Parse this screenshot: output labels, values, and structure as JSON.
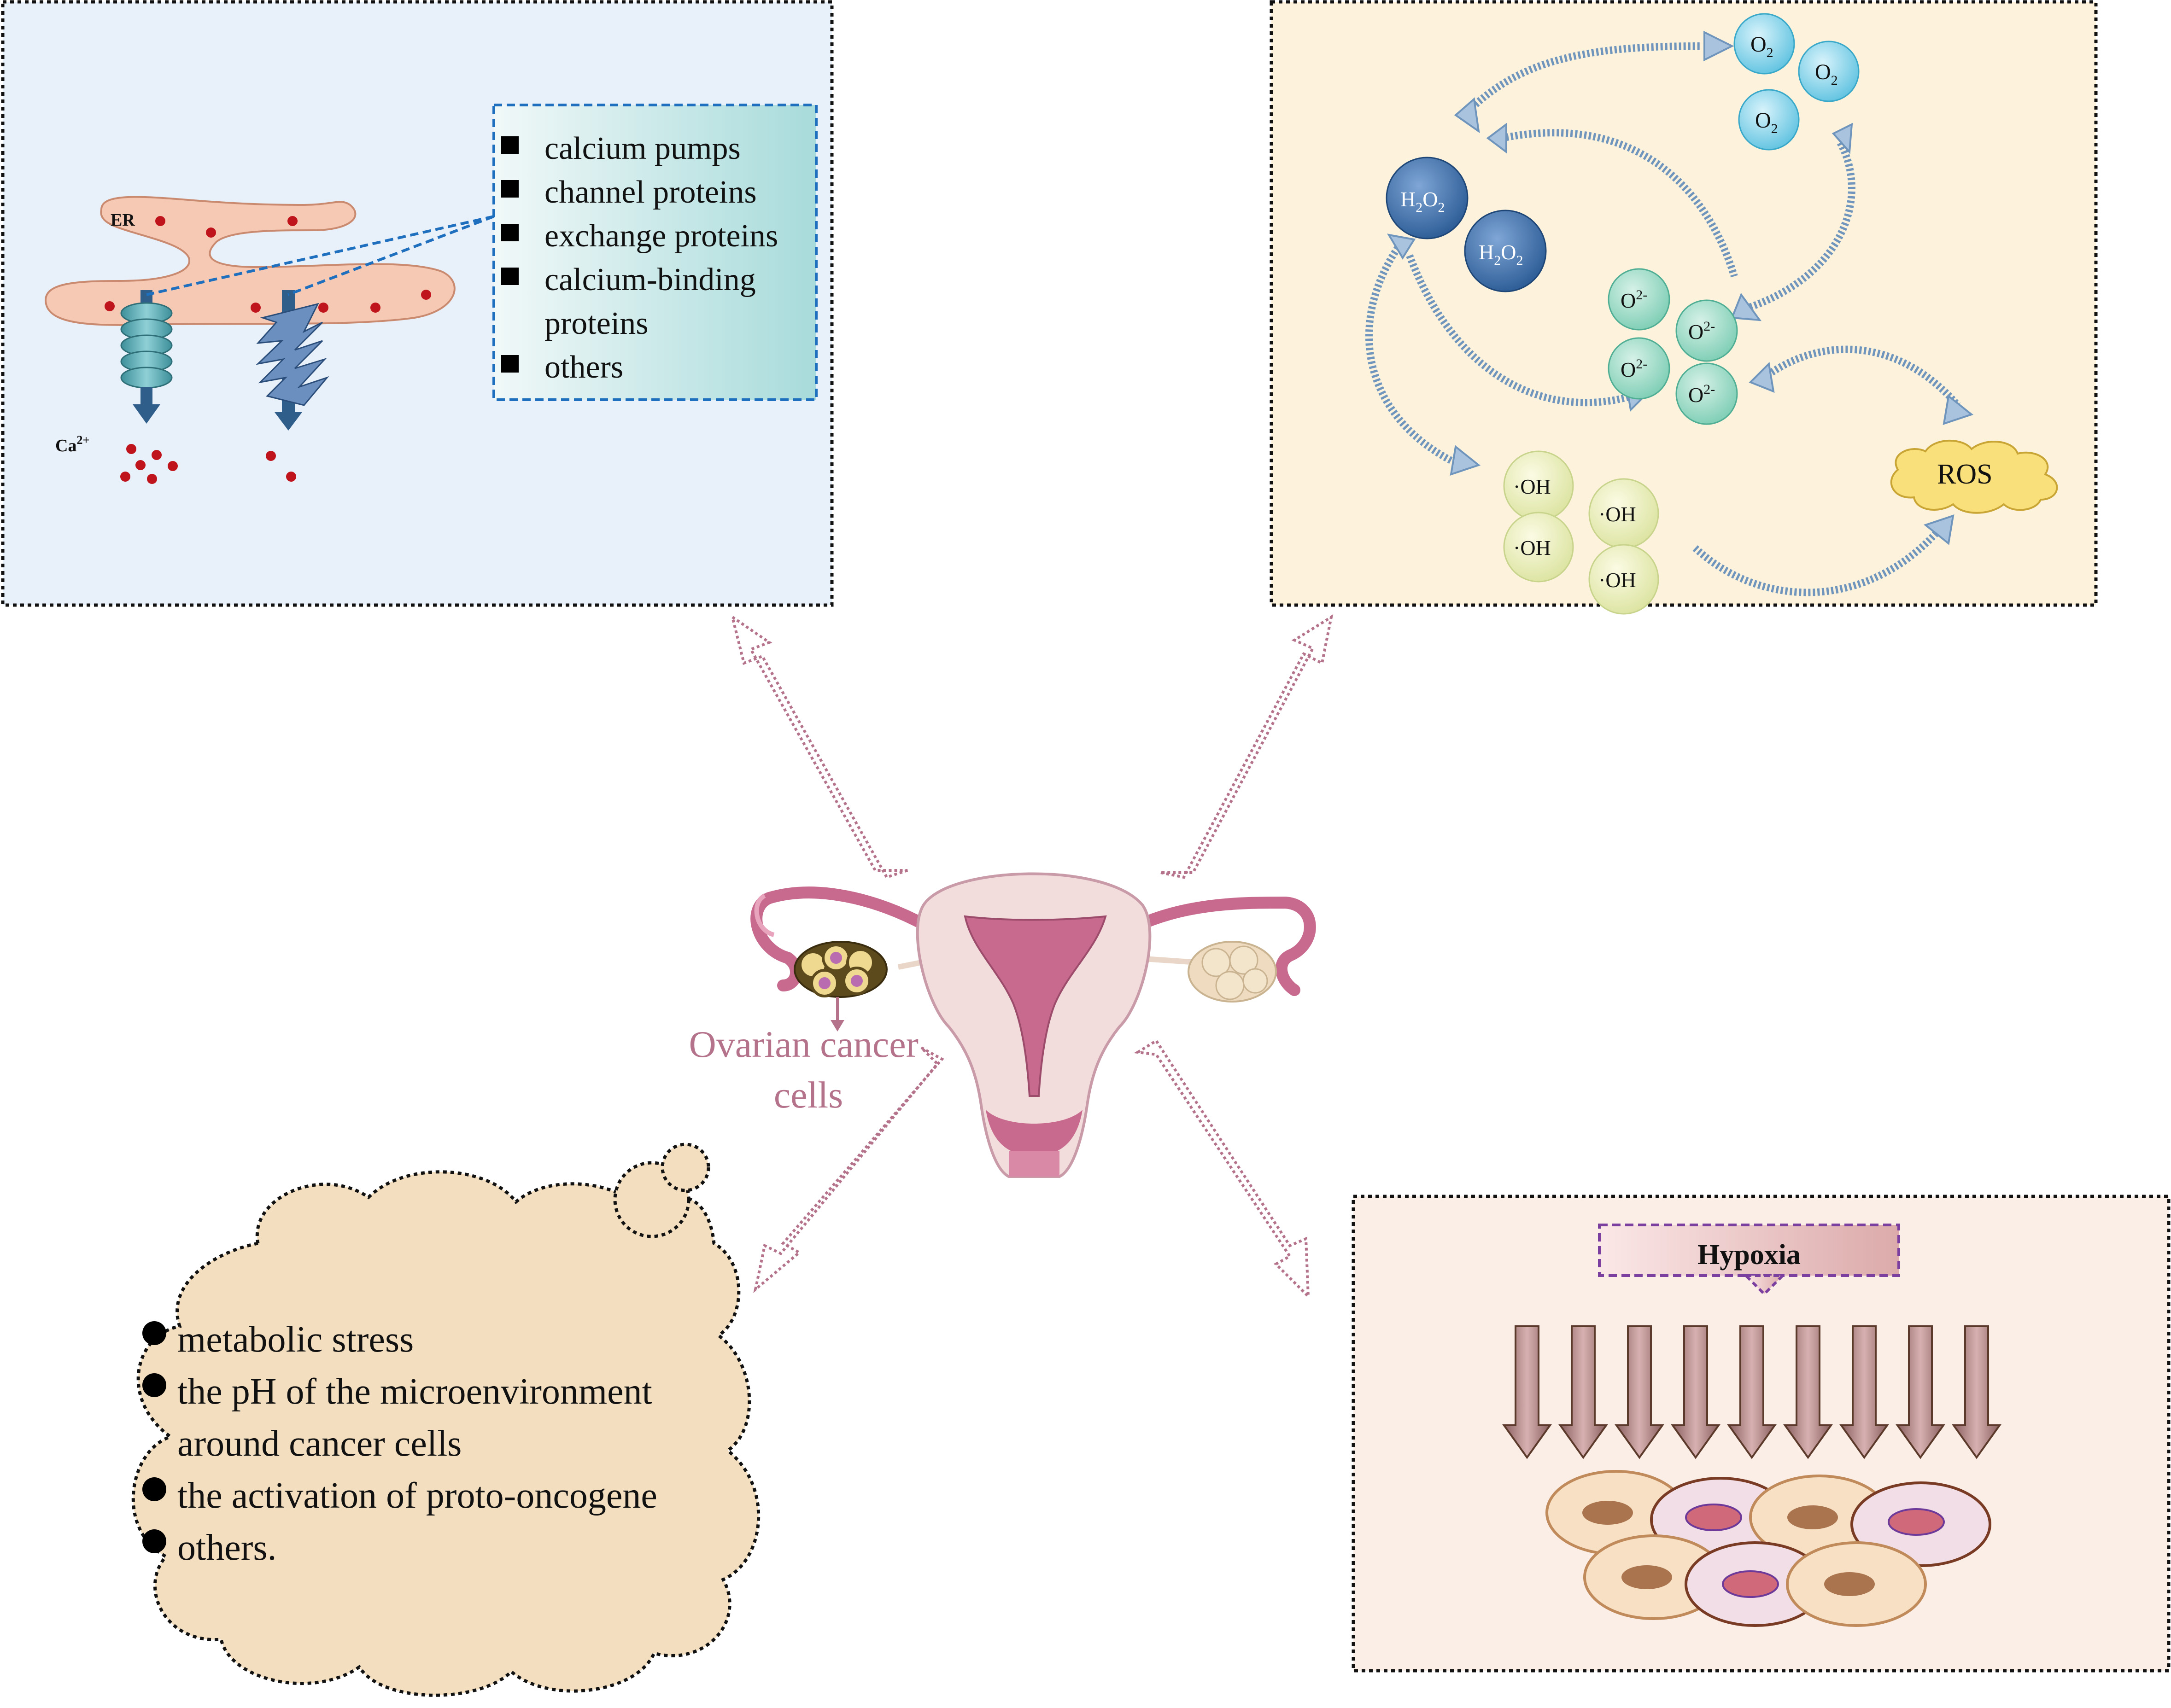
{
  "er_panel": {
    "er_label": "ER",
    "ca_label": "Ca",
    "ca_superscript": "2+",
    "items": [
      "calcium pumps",
      "channel proteins",
      "exchange proteins",
      "calcium-binding",
      "proteins",
      "others"
    ]
  },
  "ros_panel": {
    "o2": "O",
    "o2_sub": "2",
    "h2o2_h": "H",
    "h2o2_2a": "2",
    "h2o2_o": "O",
    "h2o2_2b": "2",
    "superoxide_o": "O",
    "superoxide_sup": "2-",
    "hydroxyl": "·OH",
    "ros": "ROS"
  },
  "center": {
    "label_line1": "Ovarian cancer",
    "label_line2": "cells"
  },
  "cloud": {
    "items": [
      "metabolic stress",
      "the pH of the microenvironment",
      "around cancer cells",
      "the activation of proto-oncogene",
      "others."
    ]
  },
  "hypoxia": {
    "title": "Hypoxia"
  },
  "colors": {
    "er_bg": "#e8f0f9",
    "ros_bg": "#fdf3dd",
    "hypoxia_bg": "#fbeee6",
    "cloud_fill": "#f3dfc0",
    "uterus_pink": "#c76a8d",
    "arrow_pink": "#b5738b"
  }
}
